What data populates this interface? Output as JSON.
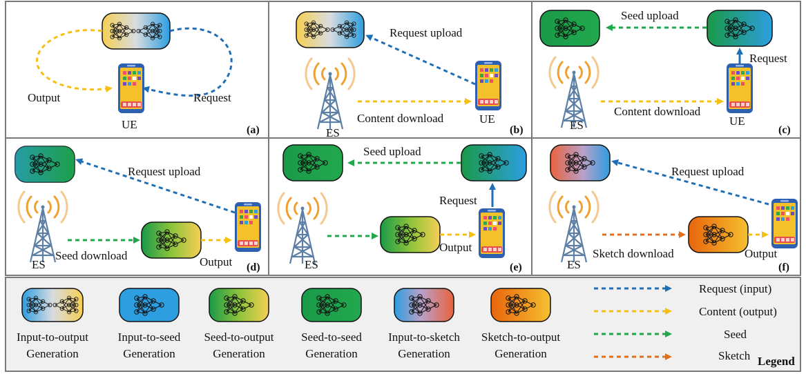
{
  "colors": {
    "request": "#1f6fb6",
    "content": "#f5c012",
    "seed": "#1fa84a",
    "sketch": "#e0701e",
    "blue": "#2d9ee0",
    "yellow": "#f6cf52",
    "green": "#1a9a48",
    "lightgreen": "#6fbb3c",
    "orange": "#e8650d",
    "salmon": "#e86a48",
    "phone": "#f5c12a",
    "tower": "#5d7fa6",
    "signal": "#f0a030"
  },
  "panels": {
    "a": {
      "tag": "(a)",
      "ue": "UE",
      "output": "Output",
      "request": "Request"
    },
    "b": {
      "tag": "(b)",
      "es": "ES",
      "ue": "UE",
      "request_upload": "Request upload",
      "content_download": "Content download"
    },
    "c": {
      "tag": "(c)",
      "es": "ES",
      "ue": "UE",
      "seed_upload": "Seed upload",
      "request": "Request",
      "content_download": "Content download"
    },
    "d": {
      "tag": "(d)",
      "es": "ES",
      "request_upload": "Request upload",
      "seed_download": "Seed download",
      "output": "Output"
    },
    "e": {
      "tag": "(e)",
      "es": "ES",
      "seed_upload": "Seed upload",
      "request": "Request",
      "output": "Output"
    },
    "f": {
      "tag": "(f)",
      "es": "ES",
      "request_upload": "Request upload",
      "sketch_download": "Sketch download",
      "output": "Output"
    }
  },
  "legend": {
    "title": "Legend",
    "models": [
      {
        "line1": "Input-to-output",
        "line2": "Generation",
        "icon": "input-to-output-model-icon"
      },
      {
        "line1": "Input-to-seed",
        "line2": "Generation",
        "icon": "input-to-seed-model-icon"
      },
      {
        "line1": "Seed-to-output",
        "line2": "Generation",
        "icon": "seed-to-output-model-icon"
      },
      {
        "line1": "Seed-to-seed",
        "line2": "Generation",
        "icon": "seed-to-seed-model-icon"
      },
      {
        "line1": "Input-to-sketch",
        "line2": "Generation",
        "icon": "input-to-sketch-model-icon"
      },
      {
        "line1": "Sketch-to-output",
        "line2": "Generation",
        "icon": "sketch-to-output-model-icon"
      }
    ],
    "arrows": [
      {
        "label": "Request (input)",
        "color_key": "request"
      },
      {
        "label": "Content (output)",
        "color_key": "content"
      },
      {
        "label": "Seed",
        "color_key": "seed"
      },
      {
        "label": "Sketch",
        "color_key": "sketch"
      }
    ]
  }
}
